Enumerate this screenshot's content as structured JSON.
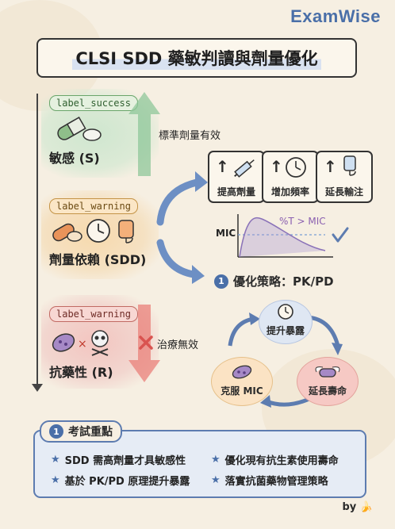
{
  "brand": "ExamWise",
  "title": "CLSI SDD 藥敏判讀與劑量優化",
  "zones": [
    {
      "tag": "label_success",
      "label": "敏感 (S)"
    },
    {
      "tag": "label_warning",
      "label": "劑量依賴 (SDD)"
    },
    {
      "tag": "label_warning",
      "label": "抗藥性 (R)"
    }
  ],
  "notes": {
    "standard": "標準劑量有效",
    "fail": "治療無效"
  },
  "steps": [
    {
      "arrow": "↑",
      "label": "提高劑量",
      "icon": "syringe-icon"
    },
    {
      "arrow": "↑",
      "label": "增加頻率",
      "icon": "clock-icon"
    },
    {
      "arrow": "↑",
      "label": "延長輸注",
      "icon": "iv-bag-icon"
    }
  ],
  "pk_chart": {
    "mic_label": "MIC",
    "target_label": "%T > MIC"
  },
  "strategy": {
    "num": "1",
    "title": "優化策略：PK/PD"
  },
  "cycle": [
    "提升暴露",
    "延長壽命",
    "克服 MIC"
  ],
  "exam": {
    "num": "1",
    "title": "考試重點",
    "items": [
      "SDD 需高劑量才具敏感性",
      "優化現有抗生素使用壽命",
      "基於 PK/PD 原理提升暴露",
      "落實抗菌藥物管理策略"
    ]
  },
  "byline": "by"
}
